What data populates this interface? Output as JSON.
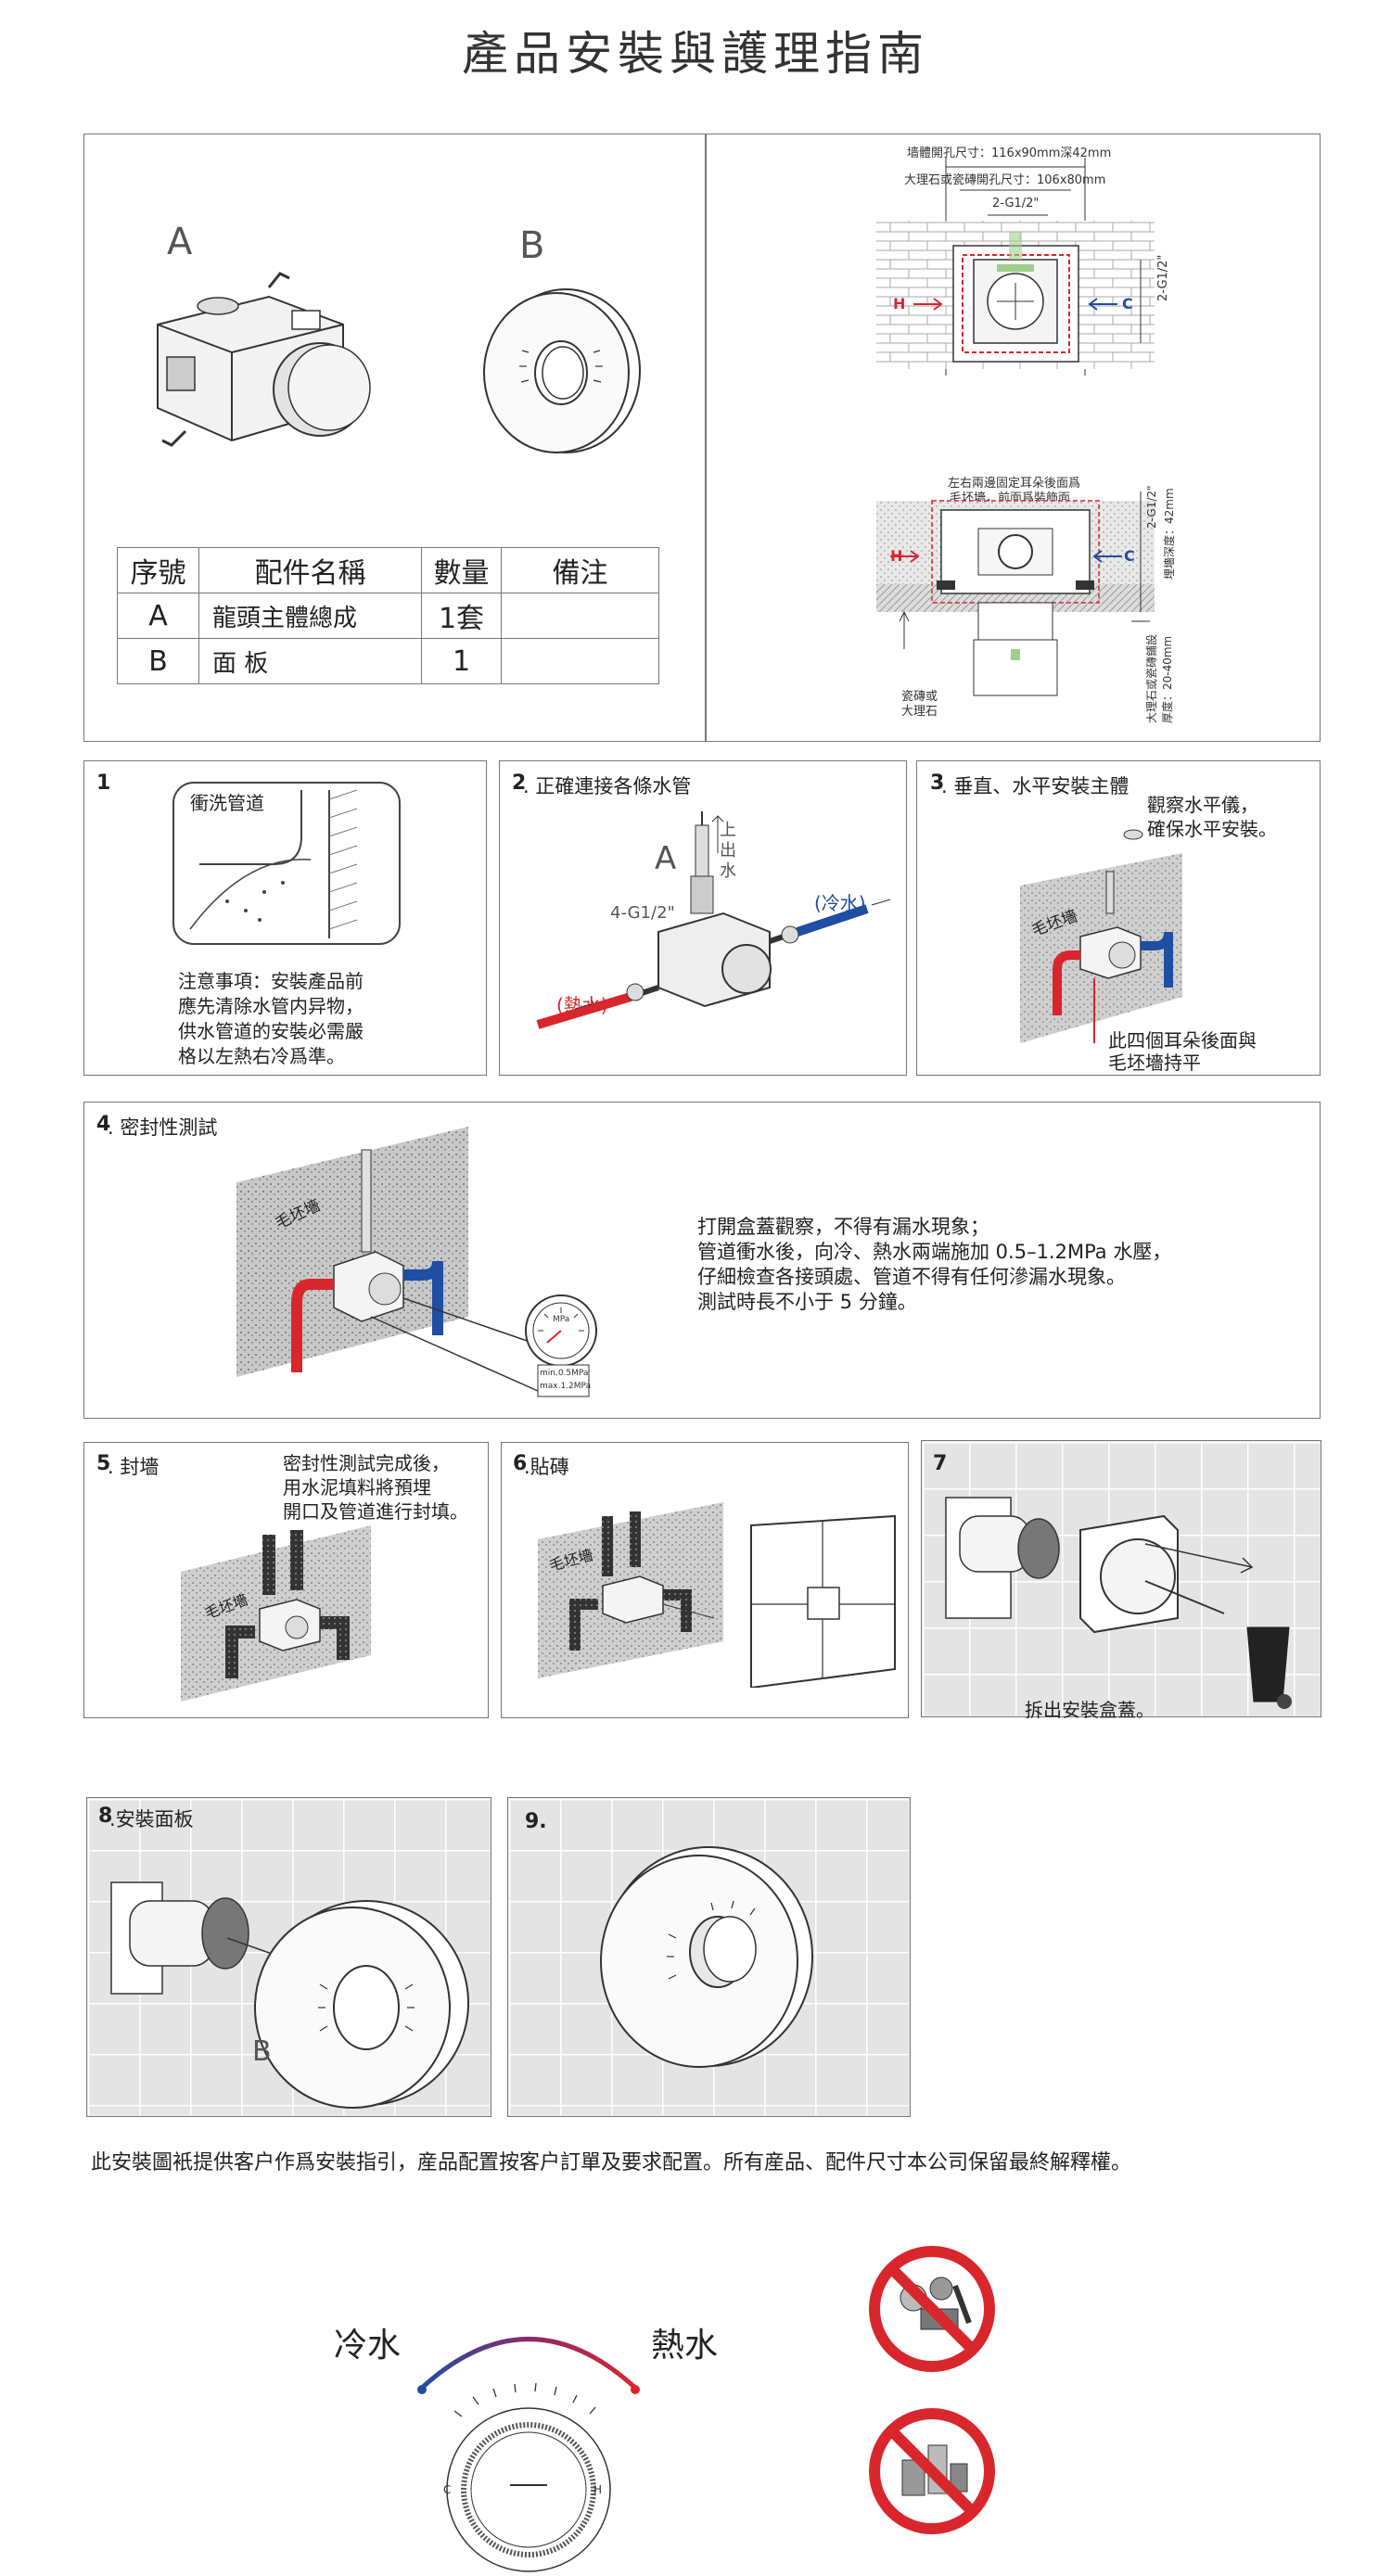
{
  "title": "產品安裝與護理指南",
  "parts": {
    "label_a": "A",
    "label_b": "B",
    "headers": [
      "序號",
      "配件名稱",
      "數量",
      "備注"
    ],
    "rows": [
      [
        "A",
        "龍頭主體總成",
        "1套",
        ""
      ],
      [
        "B",
        "面 板",
        "1",
        ""
      ]
    ]
  },
  "dims": {
    "wall_hole": "墙體開孔尺寸：116x90mm深42mm",
    "tile_hole": "大理石或瓷磚開孔尺寸：106x80mm",
    "thread_top": "2-G1/2\"",
    "thread_side": "2-G1/2\"",
    "h": "H",
    "c": "C",
    "ear_note_1": "左右兩邊固定耳朵後面爲",
    "ear_note_2": "毛坯墻，前面爲裝飾面",
    "depth_1": "2-G1/2\"",
    "depth_2": "埋墻深度：42mm",
    "tile_note_1": "瓷磚或",
    "tile_note_2": "大理石",
    "thick_1": "大理石或瓷磚鋪設",
    "thick_2": "厚度：20-40mm"
  },
  "steps": {
    "s1": {
      "num": "1",
      "tag": "衝洗管道",
      "note": "注意事項：安裝產品前\n應先清除水管内异物，\n供水管道的安裝必需嚴\n格以左熱右冷爲準。"
    },
    "s2": {
      "num": "2",
      "title": ". 正確連接各條水管",
      "a": "A",
      "outlet": "上\n出\n水",
      "thread": "4-G1/2\"",
      "cold": "(冷水)",
      "hot": "(熱水)"
    },
    "s3": {
      "num": "3",
      "title": ". 垂直、水平安裝主體",
      "note_top": "觀察水平儀，\n確保水平安裝。",
      "wall": "毛坯墻",
      "note_bottom": "此四個耳朵後面與\n毛坯墻持平"
    },
    "s4": {
      "num": "4",
      "title": ". 密封性測試",
      "wall": "毛坯墻",
      "gauge_unit": "MPa",
      "gauge_min": "min.0.5MPa",
      "gauge_max": "max.1.2MPa",
      "text": "打開盒蓋觀察，不得有漏水現象；\n管道衝水後，向冷、熱水兩端施加 0.5–1.2MPa 水壓，\n仔細檢查各接頭處、管道不得有任何滲漏水現象。\n測試時長不小于 5 分鐘。"
    },
    "s5": {
      "num": "5",
      "title": ". 封墻",
      "text": "密封性測試完成後，\n用水泥填料將預埋\n開口及管道進行封填。",
      "wall": "毛坯墻"
    },
    "s6": {
      "num": "6",
      "title": ".貼磚",
      "wall": "毛坯墻"
    },
    "s7": {
      "num": "7",
      "text": "拆出安裝盒蓋。"
    },
    "s8": {
      "num": "8",
      "title": ".安裝面板",
      "b": "B"
    },
    "s9": {
      "num": "9."
    }
  },
  "footer": "此安裝圖衹提供客户作爲安裝指引，産品配置按客户訂單及要求配置。所有産品、配件尺寸本公司保留最終解釋權。",
  "care": {
    "cold": "冷水",
    "hot": "熱水",
    "c": "C",
    "h": "H"
  },
  "colors": {
    "hot": "#d9262c",
    "cold": "#1f4ea3",
    "grid": "#d8d8d8",
    "concrete": "#bdbdbd"
  }
}
